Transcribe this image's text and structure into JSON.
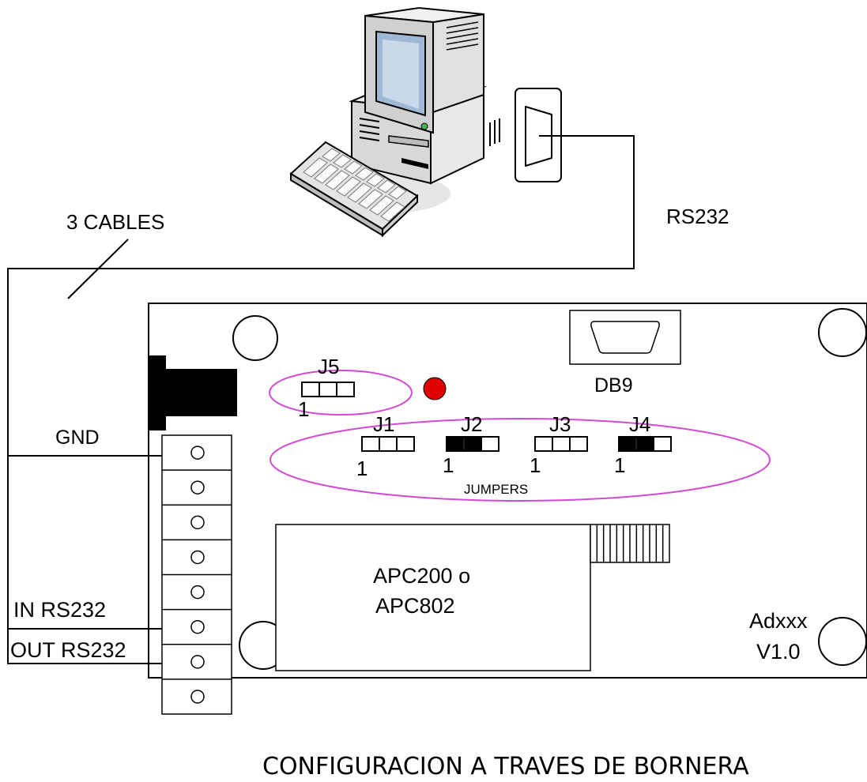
{
  "diagram": {
    "title": "CONFIGURACION A TRAVES DE BORNERA",
    "cable_label": "3 CABLES",
    "rs232_label": "RS232",
    "gnd_label": "GND",
    "in_rs232_label": "IN RS232",
    "out_rs232_label": "OUT RS232",
    "db9_label": "DB9",
    "jumpers_label": "JUMPERS",
    "module_line1": "APC200 o",
    "module_line2": "APC802",
    "board_name": "Adxxx",
    "board_version": "V1.0",
    "jumpers": [
      {
        "name": "J5",
        "pin1": "1",
        "state": "open"
      },
      {
        "name": "J1",
        "pin1": "1",
        "state": "open"
      },
      {
        "name": "J2",
        "pin1": "1",
        "state": "pins-1-2"
      },
      {
        "name": "J3",
        "pin1": "1",
        "state": "open"
      },
      {
        "name": "J4",
        "pin1": "1",
        "state": "pins-1-2"
      }
    ],
    "terminal_count": 8,
    "colors": {
      "line": "#000000",
      "jumper_group_outline": "#d24bd2",
      "led": "#e00000",
      "computer_screen": "#9fb8d6"
    },
    "icons": [
      "computer-icon",
      "keyboard-icon",
      "db9-port-icon",
      "power-jack-icon",
      "led-icon"
    ]
  }
}
